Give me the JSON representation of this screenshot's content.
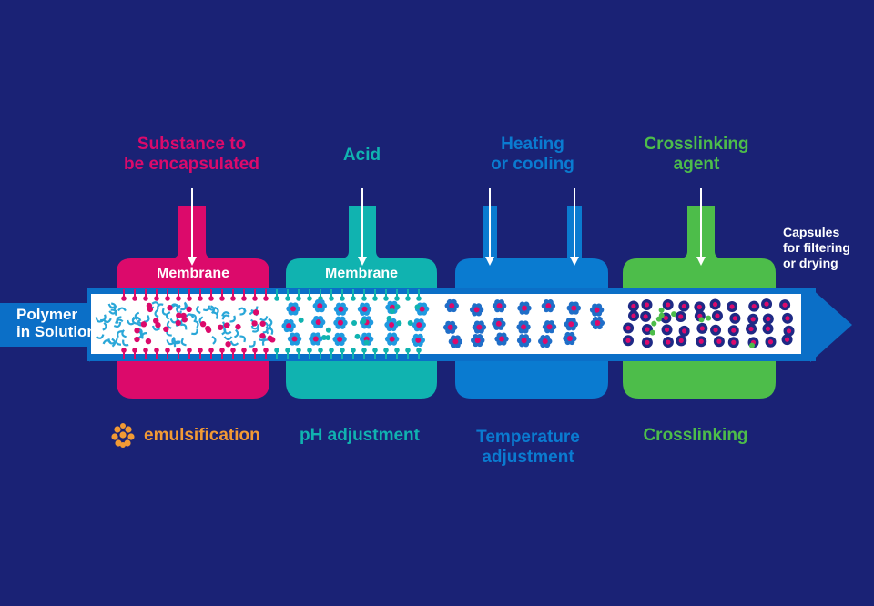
{
  "colors": {
    "background": "#1a2275",
    "emulsification": "#dc0a6b",
    "ph": "#10b3b0",
    "temperature": "#0a7bd0",
    "crosslinking": "#4dbd4a",
    "pipe": "#0b6fc7",
    "bead_orange": "#f29a34",
    "bead_dark": "#1e2a85"
  },
  "inlet_label": "Polymer\nin Solution",
  "outlet_label": "Capsules\nfor filtering\nor drying",
  "stages": [
    {
      "top_label": "Substance to\nbe encapsulated",
      "tank_label": "Membrane",
      "bottom_label": "emulsification",
      "bottom_icon": "emulsion-droplet-icon"
    },
    {
      "top_label": "Acid",
      "tank_label": "Membrane",
      "bottom_label": "pH adjustment"
    },
    {
      "top_label": "Heating\nor cooling",
      "tank_label": "",
      "bottom_label": "Temperature\nadjustment"
    },
    {
      "top_label": "Crosslinking\nagent",
      "tank_label": "",
      "bottom_label": "Crosslinking"
    }
  ]
}
